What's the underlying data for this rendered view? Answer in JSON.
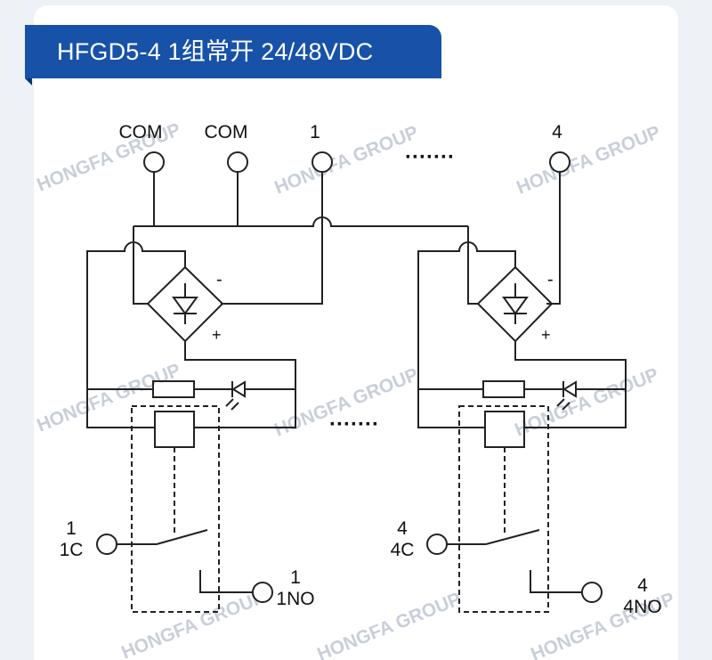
{
  "title": "HFGD5-4 1组常开 24/48VDC",
  "watermark": "HONGFA GROUP",
  "terminals": {
    "top": [
      "COM",
      "COM",
      "1",
      "4"
    ],
    "ellipsis": "·······"
  },
  "polarity": {
    "minus": "-",
    "plus": "+"
  },
  "channels": [
    {
      "c_num": "1",
      "c_label": "1C",
      "no_num": "1",
      "no_label": "1NO"
    },
    {
      "c_num": "4",
      "c_label": "4C",
      "no_num": "4",
      "no_label": "4NO"
    }
  ],
  "colors": {
    "banner": "#1752a8",
    "line": "#222222",
    "watermark": "#c8ced8"
  }
}
